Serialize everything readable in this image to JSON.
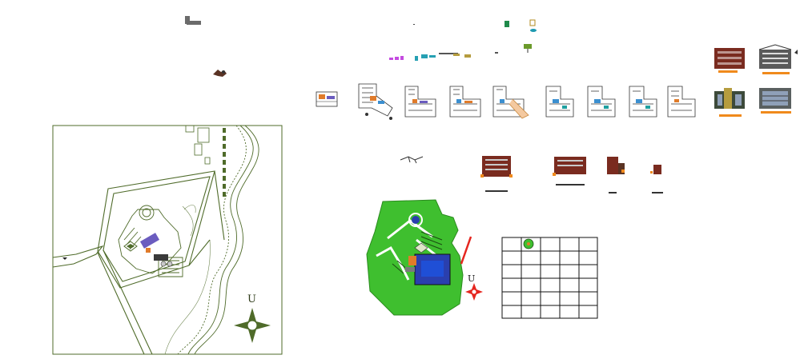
{
  "drawing": {
    "site_plan": {
      "north_label": "U",
      "line_color": "#4f6b2a"
    },
    "color_plan": {
      "north_label": "U",
      "lawn_color": "#3fbf2f",
      "pool_color": "#2a3fae",
      "accent_color": "#e5261f"
    },
    "floor_plans": {
      "count": 9
    },
    "elevations": {
      "count": 4,
      "accent_color": "#f08a1c"
    },
    "sections": {
      "count": 5,
      "fill_color": "#7a2b1f"
    },
    "grid_table": {
      "rows": 6,
      "cols": 5
    }
  }
}
